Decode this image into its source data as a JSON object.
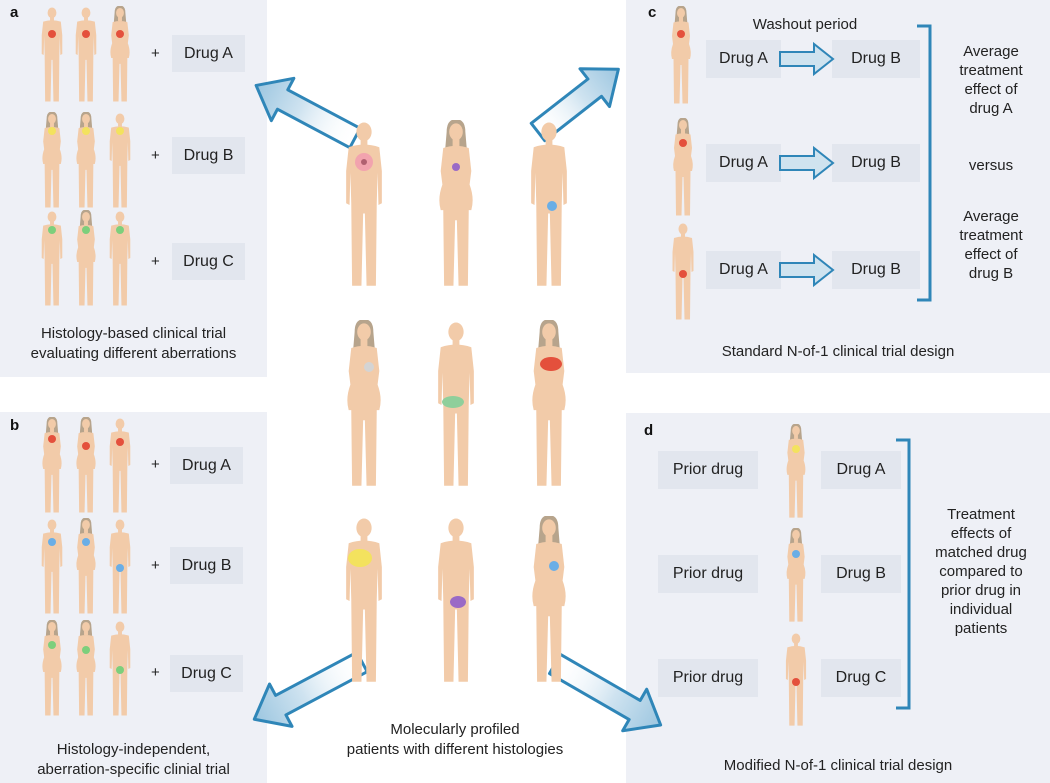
{
  "colors": {
    "panel_bg": "#eef0f6",
    "box_bg": "#e2e6ee",
    "skin": "#f2cba9",
    "hair": "#b7a48c",
    "arrow": "#2f86b8",
    "bracket": "#2f86b8",
    "red": "#e4503c",
    "yellow": "#f3e25e",
    "green": "#7ccf7c",
    "blue": "#6aaee6",
    "purple": "#9a6ac6",
    "pink": "#f2a3ae",
    "gray": "#d4d4d4"
  },
  "panel_a": {
    "label": "a",
    "drugs": [
      "Drug A",
      "Drug B",
      "Drug C"
    ],
    "plus": "+",
    "caption_line1": "Histology-based clinical trial",
    "caption_line2": "evaluating different aberrations"
  },
  "panel_b": {
    "label": "b",
    "drugs": [
      "Drug A",
      "Drug B",
      "Drug C"
    ],
    "plus": "+",
    "caption_line1": "Histology-independent,",
    "caption_line2": "aberration-specific clinial trial"
  },
  "panel_c": {
    "label": "c",
    "washout": "Washout period",
    "rows": [
      {
        "from": "Drug A",
        "to": "Drug B"
      },
      {
        "from": "Drug A",
        "to": "Drug B"
      },
      {
        "from": "Drug A",
        "to": "Drug B"
      }
    ],
    "effect_a": [
      "Average",
      "treatment",
      "effect of",
      "drug A"
    ],
    "versus": "versus",
    "effect_b": [
      "Average",
      "treatment",
      "effect of",
      "drug B"
    ],
    "caption": "Standard N-of-1 clinical trial design"
  },
  "panel_d": {
    "label": "d",
    "rows": [
      {
        "prior": "Prior drug",
        "drug": "Drug A"
      },
      {
        "prior": "Prior drug",
        "drug": "Drug B"
      },
      {
        "prior": "Prior drug",
        "drug": "Drug C"
      }
    ],
    "effects": [
      "Treatment",
      "effects of",
      "matched drug",
      "compared to",
      "prior drug in",
      "individual",
      "patients"
    ],
    "caption": "Modified N-of-1 clinical trial design"
  },
  "center": {
    "caption_line1": "Molecularly profiled",
    "caption_line2": "patients with different histologies"
  }
}
